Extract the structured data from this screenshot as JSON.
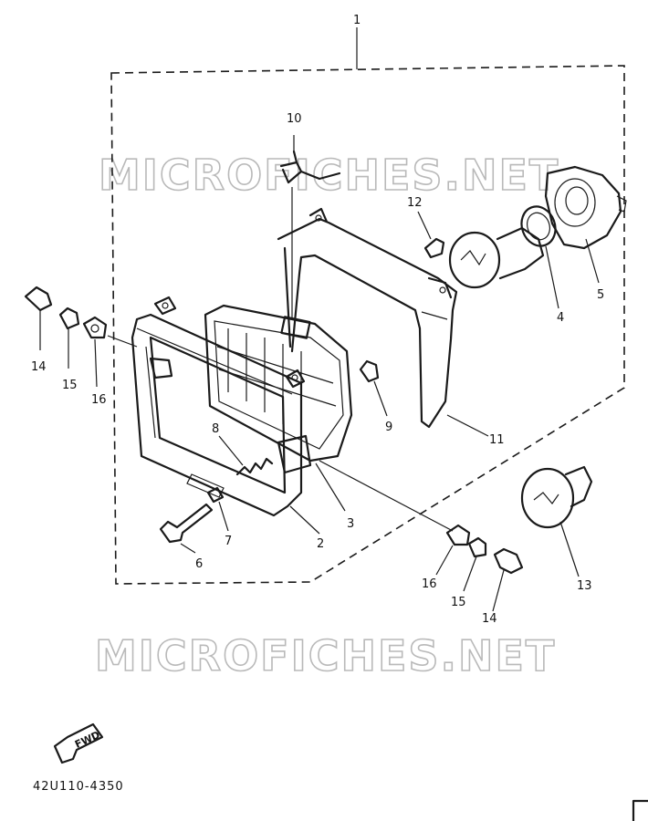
{
  "watermark": "MICROFICHES.NET",
  "catalog_code": "42U110-4350",
  "direction_label": "FWD",
  "callouts": [
    {
      "id": "c1",
      "text": "1"
    },
    {
      "id": "c10",
      "text": "10"
    },
    {
      "id": "c12",
      "text": "12"
    },
    {
      "id": "c5",
      "text": "5"
    },
    {
      "id": "c4",
      "text": "4"
    },
    {
      "id": "c14a",
      "text": "14"
    },
    {
      "id": "c15a",
      "text": "15"
    },
    {
      "id": "c16a",
      "text": "16"
    },
    {
      "id": "c9",
      "text": "9"
    },
    {
      "id": "c8",
      "text": "8"
    },
    {
      "id": "c11",
      "text": "11"
    },
    {
      "id": "c3",
      "text": "3"
    },
    {
      "id": "c7",
      "text": "7"
    },
    {
      "id": "c2",
      "text": "2"
    },
    {
      "id": "c6",
      "text": "6"
    },
    {
      "id": "c16b",
      "text": "16"
    },
    {
      "id": "c15b",
      "text": "15"
    },
    {
      "id": "c14b",
      "text": "14"
    },
    {
      "id": "c13",
      "text": "13"
    }
  ]
}
